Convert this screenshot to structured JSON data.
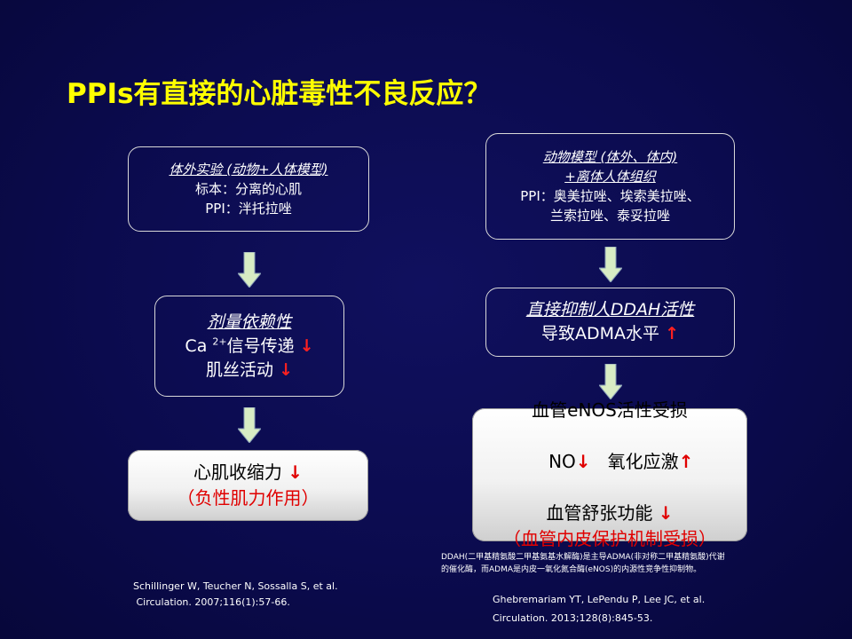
{
  "title": "PPIs有直接的心脏毒性不良反应？",
  "left": {
    "box1": {
      "heading": "体外实验 (动物+人体模型)",
      "line1": "标本：分离的心肌",
      "line2": "PPI：泮托拉唑"
    },
    "box2": {
      "heading": "剂量依赖性",
      "line1_pre": "Ca ",
      "line1_sup": "2+",
      "line1_text": "信号传递",
      "line1_arrow": "↓",
      "line2_text": "肌丝活动",
      "line2_arrow": "↓"
    },
    "result": {
      "line1_text": "心肌收缩力",
      "line1_arrow": "↓",
      "line2": "（负性肌力作用）"
    },
    "reference": {
      "line1": "Schillinger W, Teucher N, Sossalla S, et al.",
      "line2": " Circulation. 2007;116(1):57-66."
    }
  },
  "right": {
    "box1": {
      "heading1": "动物模型 (体外、体内)",
      "heading2": "+离体人体组织",
      "line1": "PPI：奥美拉唑、埃索美拉唑、",
      "line2": "兰索拉唑、泰妥拉唑"
    },
    "box2": {
      "heading": "直接抑制人DDAH活性",
      "line1_text": "导致ADMA水平",
      "line1_arrow": "↑"
    },
    "result": {
      "line1": "血管eNOS活性受损",
      "line2_pre": "NO",
      "line2_arrow1": "↓",
      "line2_mid": "   氧化应激",
      "line2_arrow2": "↑",
      "line3_text": "血管舒张功能",
      "line3_arrow": "↓",
      "line4": "（血管内皮保护机制受损）"
    },
    "note": {
      "line1": "DDAH(二甲基精氨酸二甲基氨基水解酶)是主导ADMA(非对称二甲基精氨酸)代谢",
      "line2": "的催化酶，而ADMA是内皮一氧化氮合酶(eNOS)的内源性竞争性抑制物。"
    },
    "reference": {
      "line1": "Ghebremariam YT, LePendu P, Lee JC, et al.",
      "line2": "Circulation. 2013;128(8):845-53."
    }
  },
  "colors": {
    "background": "#0b0b4e",
    "title": "#ffff00",
    "arrow_fill": "#d8ecc4",
    "down_red": "#e00000"
  },
  "icons": {
    "flow_arrow": "down-arrow-icon",
    "decrease": "red-down-arrow-icon",
    "increase": "red-up-arrow-icon"
  }
}
